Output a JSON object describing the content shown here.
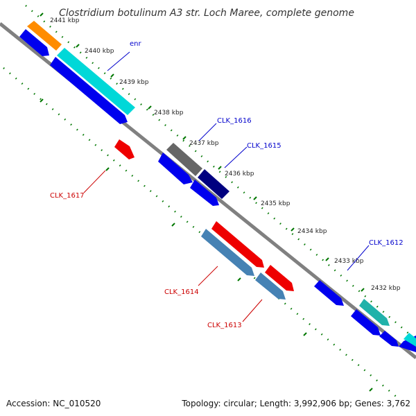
{
  "title": "Clostridium botulinum A3 str. Loch Maree, complete genome",
  "footer": {
    "accession": "Accession: NC_010520",
    "summary": "Topology: circular; Length: 3,992,906 bp; Genes: 3,762"
  },
  "ticks": [
    "2441 kbp",
    "2440 kbp",
    "2439 kbp",
    "2438 kbp",
    "2437 kbp",
    "2436 kbp",
    "2435 kbp",
    "2434 kbp",
    "2433 kbp",
    "2432 kbp"
  ],
  "gene_labels": {
    "enr": "enr",
    "clk1616": "CLK_1616",
    "clk1615": "CLK_1615",
    "clk1612": "CLK_1612",
    "clk1617": "CLK_1617",
    "clk1614": "CLK_1614",
    "clk1613": "CLK_1613"
  },
  "colors": {
    "backbone": "#808080",
    "cds_blue": "#0000ee",
    "cyan": "#00d8d8",
    "orange": "#ff8c00",
    "red": "#ee0000",
    "gray": "#666666",
    "navy": "#000080",
    "steel": "#4682b4",
    "teal": "#20b2aa",
    "tick_green": "#007700",
    "label_blue": "#0000cc",
    "label_red": "#cc0000"
  }
}
